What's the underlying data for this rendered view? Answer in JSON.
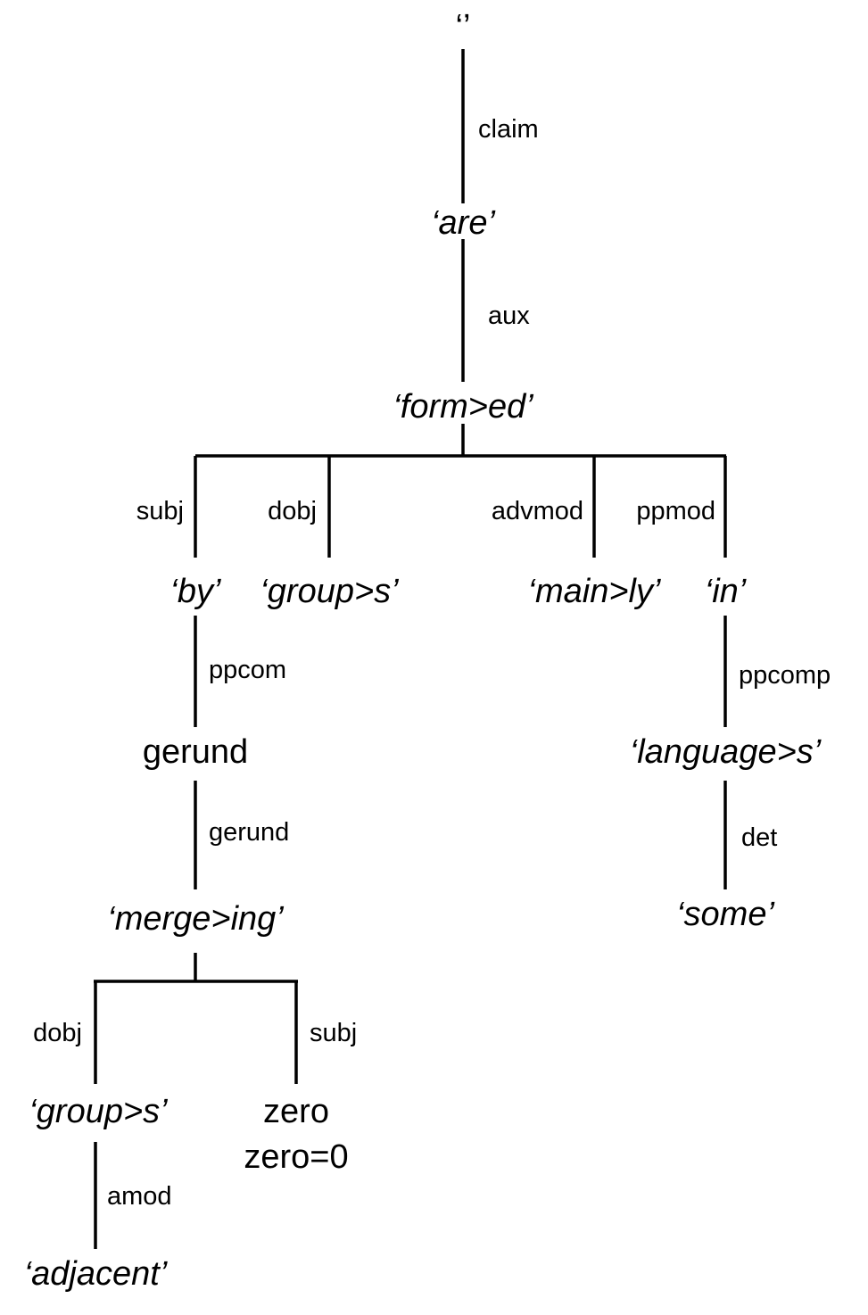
{
  "nodes": {
    "root": "‘’",
    "are": "‘are’",
    "formed": "‘form>ed’",
    "by": "‘by’",
    "groups1": "‘group>s’",
    "mainly": "‘main>ly’",
    "in": "‘in’",
    "gerund": "gerund",
    "languages": "‘language>s’",
    "merging": "‘merge>ing’",
    "some": "‘some’",
    "groups2": "‘group>s’",
    "zero": "zero",
    "zero_eq": "zero=0",
    "adjacent": "‘adjacent’"
  },
  "edges": {
    "claim": "claim",
    "aux": "aux",
    "subj1": "subj",
    "dobj1": "dobj",
    "advmod": "advmod",
    "ppmod": "ppmod",
    "ppcom": "ppcom",
    "ppcomp": "ppcomp",
    "gerund": "gerund",
    "det": "det",
    "dobj2": "dobj",
    "subj2": "subj",
    "amod": "amod"
  }
}
